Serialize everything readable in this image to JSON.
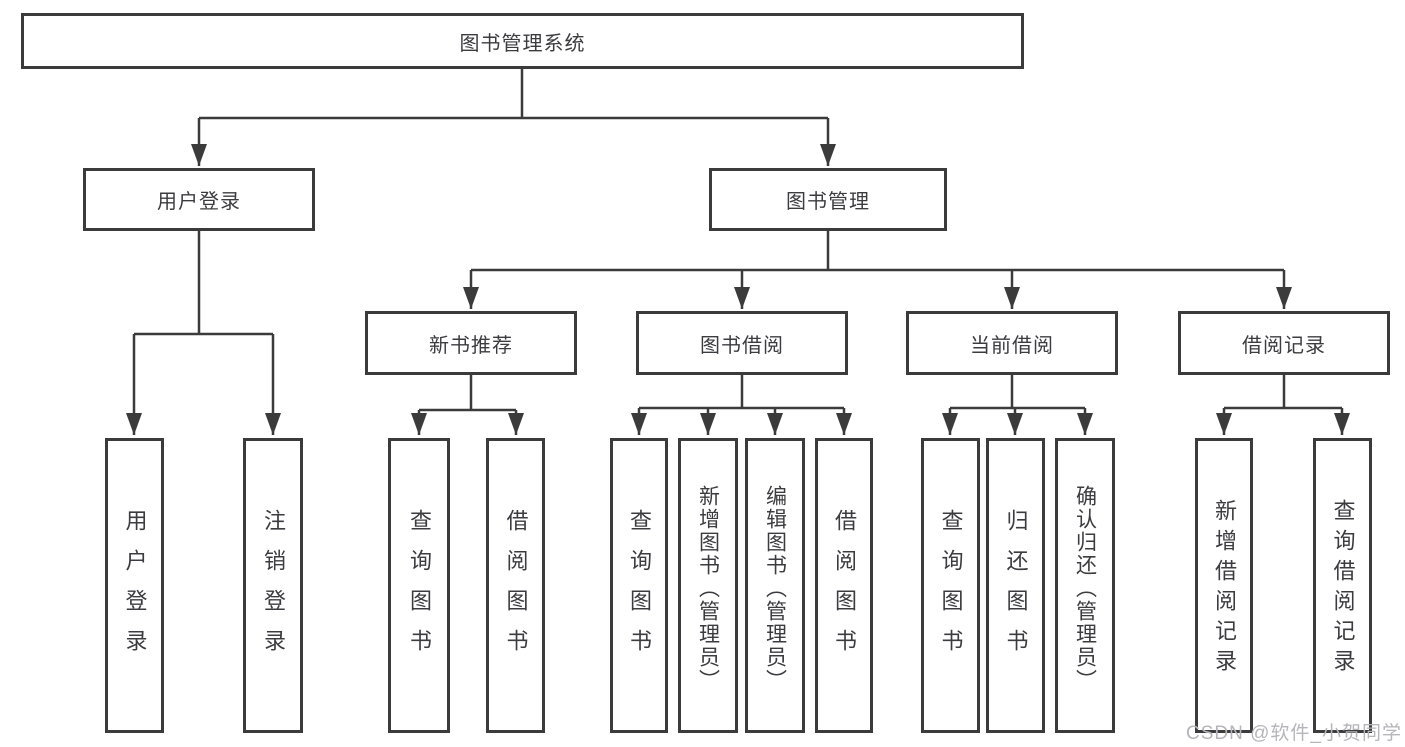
{
  "diagram": {
    "title_node": {
      "label": "图书管理系统"
    },
    "level2": [
      {
        "label": "用户登录"
      },
      {
        "label": "图书管理"
      }
    ],
    "level3": [
      {
        "label": "新书推荐"
      },
      {
        "label": "图书借阅"
      },
      {
        "label": "当前借阅"
      },
      {
        "label": "借阅记录"
      }
    ],
    "leaves": {
      "user_login": [
        {
          "label": "用户登录"
        },
        {
          "label": "注销登录"
        }
      ],
      "new_book_recommend": [
        {
          "label": "查询图书"
        },
        {
          "label": "借阅图书"
        }
      ],
      "book_borrow": [
        {
          "label": "查询图书"
        },
        {
          "label": "新增图书（管理员）"
        },
        {
          "label": "编辑图书（管理员）"
        },
        {
          "label": "借阅图书"
        }
      ],
      "current_borrow": [
        {
          "label": "查询图书"
        },
        {
          "label": "归还图书"
        },
        {
          "label": "确认归还（管理员）"
        }
      ],
      "borrow_records": [
        {
          "label": "新增借阅记录"
        },
        {
          "label": "查询借阅记录"
        }
      ]
    },
    "watermark": "CSDN @软件_小贺同学",
    "colors": {
      "line": "#3b3b3b",
      "text": "#3c3c40",
      "watermark": "#b5b5ba",
      "background": "#ffffff"
    }
  }
}
